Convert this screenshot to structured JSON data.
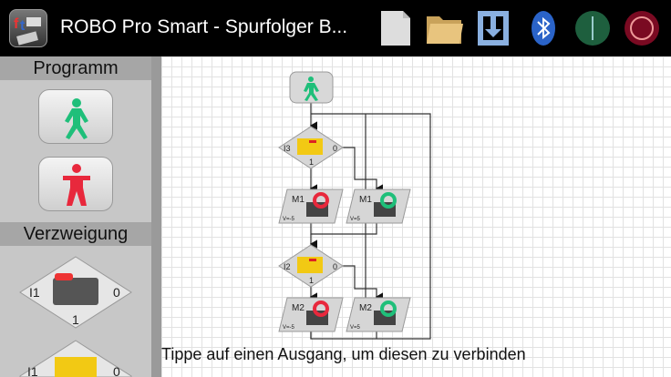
{
  "header": {
    "title": "ROBO Pro Smart - Spurfolger B...",
    "logo_text": "ft",
    "icons": [
      "new-file-icon",
      "open-folder-icon",
      "download-icon",
      "bluetooth-icon",
      "start-icon",
      "stop-icon"
    ]
  },
  "sidebar": {
    "sections": [
      {
        "label": "Programm",
        "items": [
          "start-block",
          "end-block"
        ]
      },
      {
        "label": "Verzweigung",
        "items": [
          {
            "input": "I1",
            "out0": "0",
            "out1": "1"
          },
          {
            "input": "I1",
            "out0": "0"
          }
        ]
      }
    ]
  },
  "canvas": {
    "branches": [
      {
        "input": "I3",
        "out0": "0",
        "out1": "1"
      },
      {
        "input": "I2",
        "out0": "0",
        "out1": "1"
      }
    ],
    "motors": [
      {
        "name": "M1",
        "speed": "V=-5"
      },
      {
        "name": "M1",
        "speed": "V=5"
      },
      {
        "name": "M2",
        "speed": "V=-5"
      },
      {
        "name": "M2",
        "speed": "V=5"
      }
    ]
  },
  "status": "Tippe auf einen Ausgang, um diesen zu verbinden",
  "colors": {
    "go": "#1fbf7a",
    "stop": "#e8283c",
    "bluetooth": "#2a63c8",
    "start_btn": "#1e5f3e",
    "stop_btn": "#7a0a22"
  }
}
